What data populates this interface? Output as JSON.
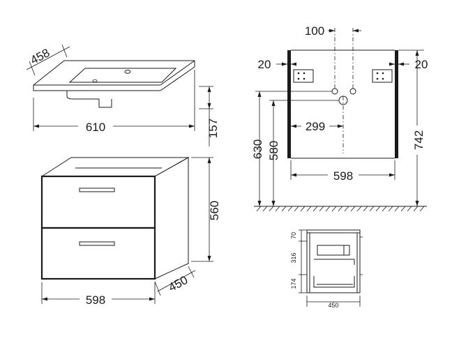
{
  "labels": {
    "basin_depth": "458",
    "basin_width": "610",
    "basin_height": "157",
    "cabinet_height": "560",
    "cabinet_width": "598",
    "cabinet_depth": "450",
    "rear_offset_top": "100",
    "rear_side_left": "20",
    "rear_side_right": "20",
    "rear_drain_offset": "299",
    "rear_height_630": "630",
    "rear_height_580": "580",
    "rear_height_742": "742",
    "rear_width": "598",
    "side_top": "70",
    "side_mid": "316",
    "side_bottom": "174",
    "side_depth": "450"
  },
  "colors": {
    "line": "#1a1a1a",
    "background": "#ffffff"
  }
}
